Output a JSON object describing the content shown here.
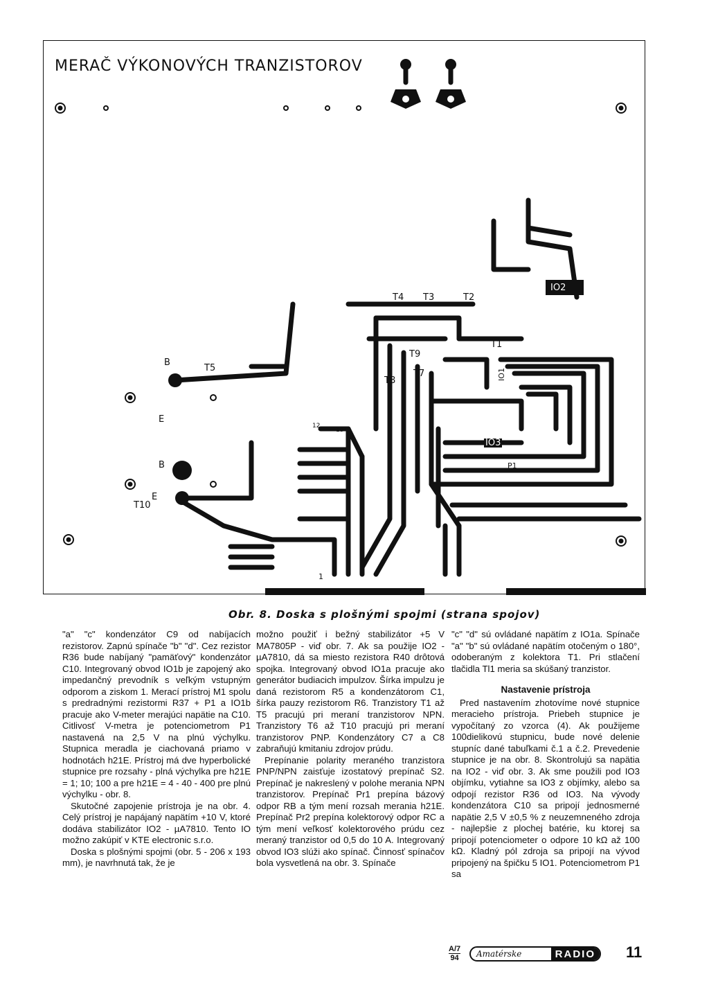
{
  "pcb": {
    "title": "MERAČ VÝKONOVÝCH TRANZISTOROV",
    "labels": {
      "t4": "T4",
      "t3": "T3",
      "t2": "T2",
      "io2": "IO2",
      "t1": "T1",
      "t9": "T9",
      "t8": "T8",
      "t7": "T7",
      "io1": "IO1",
      "io3": "IO3",
      "p1": "P1",
      "b1": "B",
      "t5": "T5",
      "e1": "E",
      "b2": "B",
      "e2": "E",
      "t10": "T10",
      "n12": "12",
      "n13": "13",
      "n1": "1"
    }
  },
  "header_text": "Obr. 8. Doska s plošnými spojmi (strana spojov)",
  "columns": {
    "col1": [
      "\"a\" \"c\" kondenzátor C9 od nabíjacích rezistorov. Zapnú spínače \"b\" \"d\". Cez rezistor R36 bude nabíjaný \"pamäťový\" kondenzátor C10. Integrovaný obvod IO1b je zapojený ako impedančný prevodník s veľkým vstupným odporom a ziskom 1. Merací prístroj M1 spolu s predradnými rezistormi R37 + P1 a IO1b pracuje ako V-meter merajúci napätie na C10. Citlivosť V-metra je potenciometrom P1 nastavená na 2,5 V na plnú výchylku. Stupnica meradla je ciachovaná priamo v hodnotách h21E. Prístroj má dve hyperbolické stupnice pre rozsahy - plná výchylka pre h21E = 1; 10; 100 a pre h21E = 4 - 40 - 400 pre plnú výchylku - obr. 8.",
      "Skutočné zapojenie prístroja je na obr. 4. Celý prístroj je napájaný napätím +10 V, ktoré dodáva stabilizátor IO2 - µA7810. Tento IO možno zakúpiť v KTE electronic s.r.o.",
      "Doska s plošnými spojmi (obr. 5 - 206 x 193 mm), je navrhnutá tak, že je"
    ],
    "col2": [
      "možno použiť i bežný stabilizátor +5 V MA7805P - viď obr. 7. Ak sa použije IO2 - µA7810, dá sa miesto rezistora R40 drôtová spojka. Integrovaný obvod IO1a pracuje ako generátor budiacich impulzov. Šírka impulzu je daná rezistorom R5 a kondenzátorom C1, šírka pauzy rezistorom R6. Tranzistory T1 až T5 pracujú pri meraní tranzistorov NPN. Tranzistory T6 až T10 pracujú pri meraní tranzistorov PNP. Kondenzátory C7 a C8 zabraňujú kmitaniu zdrojov prúdu.",
      "Prepínanie polarity meraného tranzistora PNP/NPN zaisťuje izostatový prepínač S2. Prepínač je nakreslený v polohe merania NPN tranzistorov. Prepínač Pr1 prepína bázový odpor RB a tým mení rozsah merania h21E. Prepínač Pr2 prepína kolektorový odpor RC a tým mení veľkosť kolektorového prúdu cez meraný tranzistor od 0,5 do 10 A. Integrovaný obvod IO3 slúži ako spínač. Činnosť spínačov bola vysvetlená na obr. 3. Spínače"
    ],
    "col3_intro": "\"c\" \"d\" sú ovládané napätím z IO1a. Spínače \"a\" \"b\" sú ovládané napätím otočeným o 180°, odoberaným z kolektora T1. Pri stlačení tlačidla Tl1 meria sa skúšaný tranzistor.",
    "col3_heading": "Nastavenie prístroja",
    "col3_body": "Pred nastavením zhotovíme nové stupnice meracieho prístroja. Priebeh stupnice je vypočítaný zo vzorca (4). Ak použijeme 100dielikovú stupnicu, bude nové delenie stupníc dané tabuľkami č.1 a č.2. Prevedenie stupnice je na obr. 8. Skontrolujú sa napätia na IO2 - viď obr. 3. Ak sme použili pod IO3 objímku, vytiahne sa IO3 z objímky, alebo sa odpojí rezistor R36 od IO3. Na vývody kondenzátora C10 sa pripojí jednosmerné napätie 2,5 V ±0,5 % z neuzemneného zdroja - najlepšie z plochej batérie, ku ktorej sa pripojí potenciometer o odpore 10 kΩ až 100 kΩ. Kladný pól zdroja sa pripojí na vývod pripojený na špičku 5 IO1. Potenciometrom P1 sa"
  },
  "footer": {
    "issue_top": "A/7",
    "issue_bottom": "94",
    "logo_script": "Amatérske",
    "logo_radio": "RADIO",
    "page_number": "11"
  }
}
